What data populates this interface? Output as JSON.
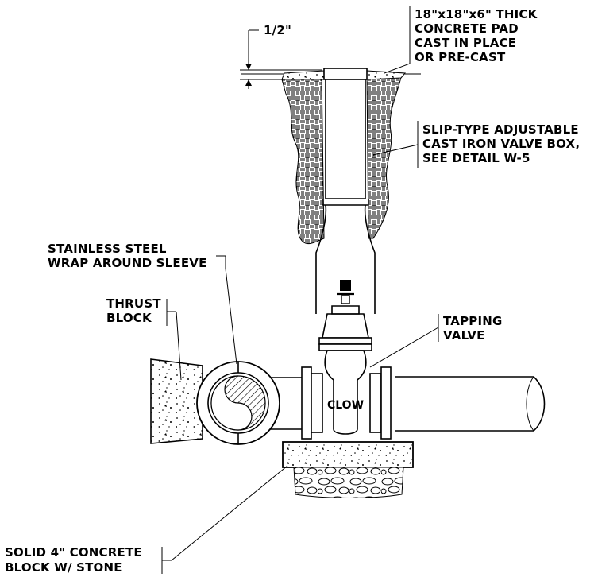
{
  "callouts": {
    "pad": [
      "18\"x18\"x6\" THICK",
      "CONCRETE PAD",
      "CAST IN PLACE",
      "OR PRE-CAST"
    ],
    "valve_box": [
      "SLIP-TYPE ADJUSTABLE",
      "CAST IRON VALVE BOX,",
      "SEE DETAIL W-5"
    ],
    "sleeve": [
      "STAINLESS STEEL",
      "WRAP AROUND SLEEVE"
    ],
    "thrust": [
      "THRUST",
      "BLOCK"
    ],
    "tapping": [
      "TAPPING",
      "VALVE"
    ],
    "block": [
      "SOLID 4\" CONCRETE",
      "BLOCK W/ STONE"
    ]
  },
  "dimension": "1/2\"",
  "valve_brand": "CLOW"
}
